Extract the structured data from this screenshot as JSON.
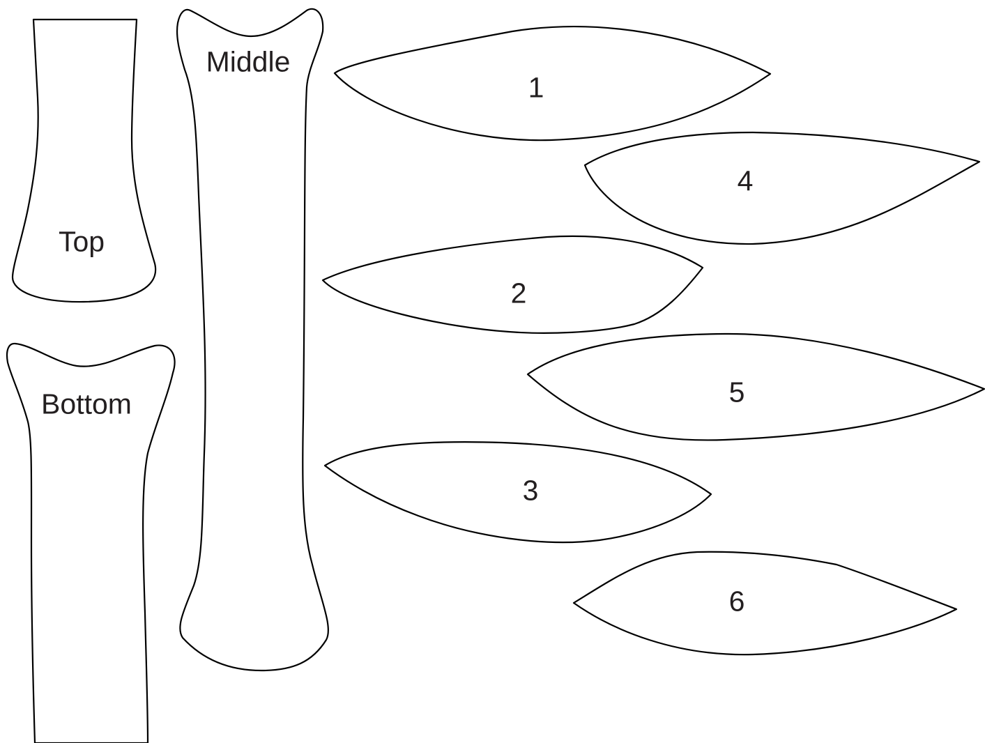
{
  "pieces": {
    "top": {
      "label": "Top"
    },
    "middle": {
      "label": "Middle"
    },
    "bottom": {
      "label": "Bottom"
    },
    "petal_1": {
      "label": "1"
    },
    "petal_2": {
      "label": "2"
    },
    "petal_3": {
      "label": "3"
    },
    "petal_4": {
      "label": "4"
    },
    "petal_5": {
      "label": "5"
    },
    "petal_6": {
      "label": "6"
    }
  },
  "colors": {
    "outline": "#000000",
    "text": "#231f20",
    "background": "#ffffff"
  }
}
